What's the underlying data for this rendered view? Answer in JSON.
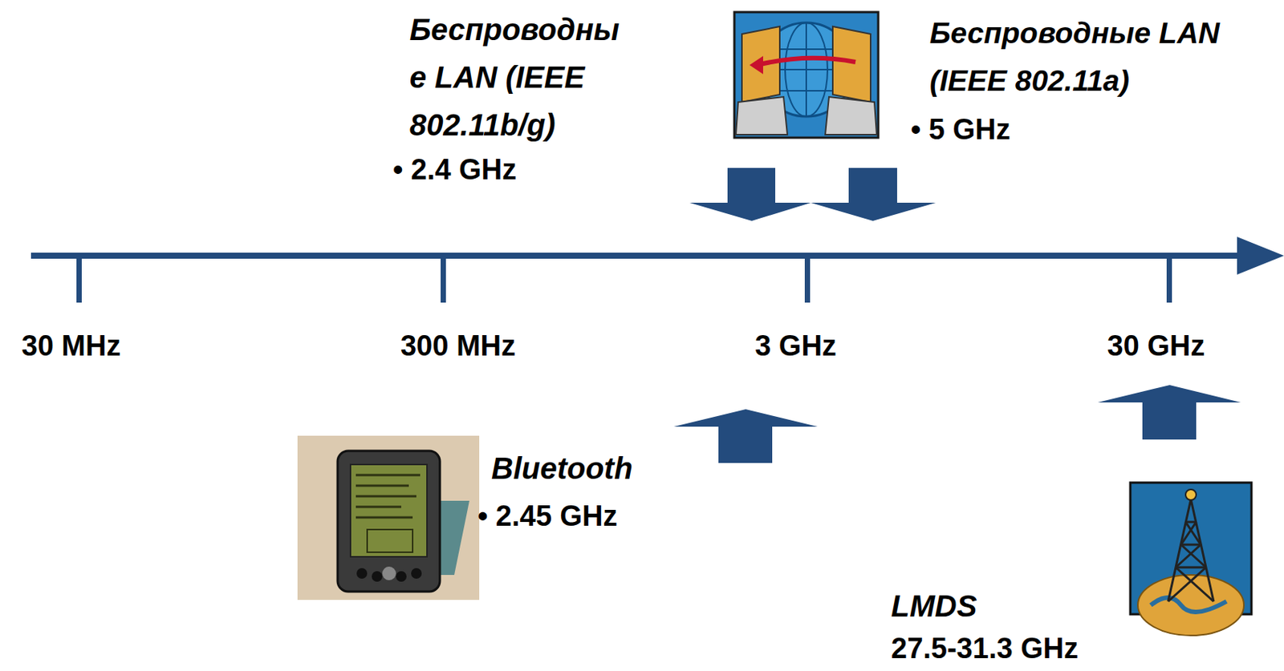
{
  "diagram": {
    "labels": [
      "Беспроводны е LAN (IEEE 802.11b/g)",
      "• 2.4 GHz",
      "Беспроводные LAN (IEEE 802.11a)",
      "• 5 GHz",
      "30 MHz",
      "300 MHz",
      "3 GHz",
      "30 GHz",
      "Bluetooth",
      "• 2.45 GHz",
      "LMDS",
      "27.5-31.3 GHz"
    ]
  }
}
